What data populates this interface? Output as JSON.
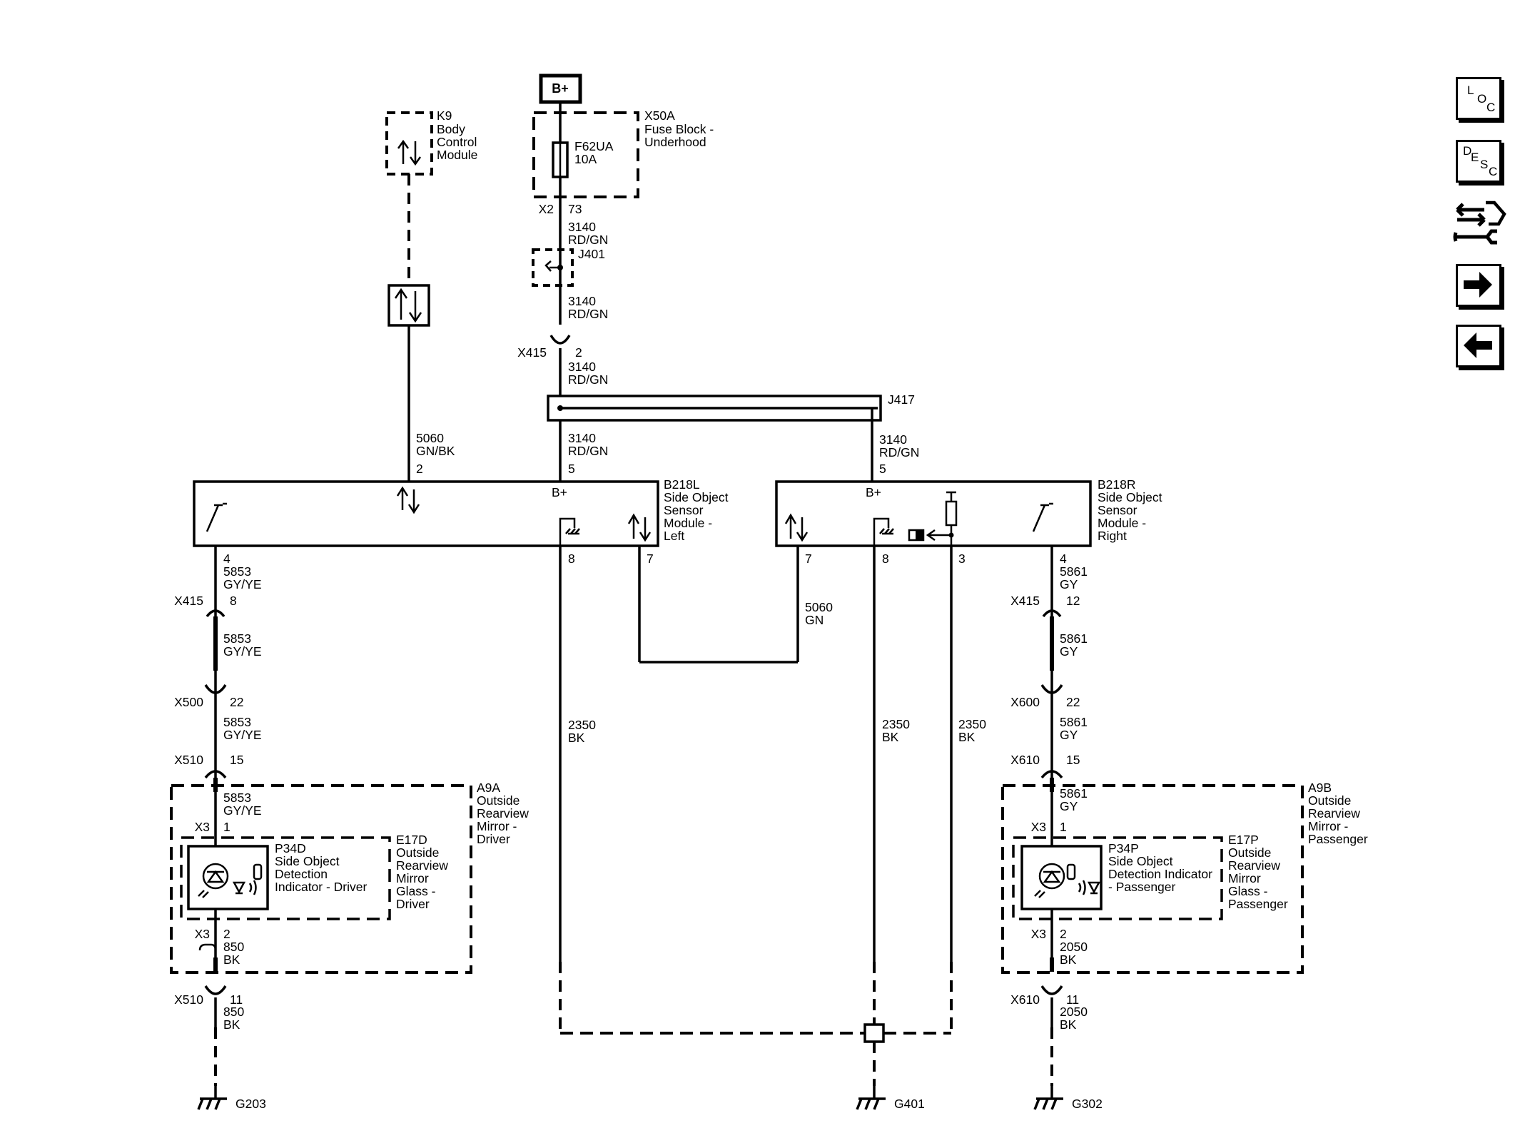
{
  "power_label": "B+",
  "components": {
    "k9": {
      "id": "K9",
      "name": [
        "Body",
        "Control",
        "Module"
      ]
    },
    "x50a": {
      "id": "X50A",
      "name": [
        "Fuse Block -",
        "Underhood"
      ]
    },
    "fuse": {
      "id": "F62UA",
      "rating": "10A"
    },
    "j401": "J401",
    "j417": "J417",
    "b218l": {
      "id": "B218L",
      "name": [
        "Side Object",
        "Sensor",
        "Module -",
        "Left"
      ]
    },
    "b218r": {
      "id": "B218R",
      "name": [
        "Side Object",
        "Sensor",
        "Module -",
        "Right"
      ]
    },
    "a9a": {
      "id": "A9A",
      "name": [
        "Outside",
        "Rearview",
        "Mirror -",
        "Driver"
      ]
    },
    "a9b": {
      "id": "A9B",
      "name": [
        "Outside",
        "Rearview",
        "Mirror -",
        "Passenger"
      ]
    },
    "e17d": {
      "id": "E17D",
      "name": [
        "Outside",
        "Rearview",
        "Mirror",
        "Glass -",
        "Driver"
      ]
    },
    "e17p": {
      "id": "E17P",
      "name": [
        "Outside",
        "Rearview",
        "Mirror",
        "Glass -",
        "Passenger"
      ]
    },
    "p34d": {
      "id": "P34D",
      "name": [
        "Side Object",
        "Detection",
        "Indicator - Driver"
      ]
    },
    "p34p": {
      "id": "P34P",
      "name": [
        "Side Object",
        "Detection Indicator",
        "- Passenger"
      ]
    }
  },
  "wires": {
    "rdgn": {
      "circuit": "3140",
      "color": "RD/GN"
    },
    "gnbk": {
      "circuit": "5060",
      "color": "GN/BK"
    },
    "gn": {
      "circuit": "5060",
      "color": "GN"
    },
    "gyye": {
      "circuit": "5853",
      "color": "GY/YE"
    },
    "gy": {
      "circuit": "5861",
      "color": "GY"
    },
    "bk2350": {
      "circuit": "2350",
      "color": "BK"
    },
    "bk850": {
      "circuit": "850",
      "color": "BK"
    },
    "bk2050": {
      "circuit": "2050",
      "color": "BK"
    }
  },
  "connectors": {
    "x2": "X2",
    "x3": "X3",
    "x415": "X415",
    "x500": "X500",
    "x510": "X510",
    "x600": "X600",
    "x610": "X610"
  },
  "pins": {
    "p73": "73",
    "p2": "2",
    "p5": "5",
    "p4": "4",
    "p8": "8",
    "p7": "7",
    "p3": "3",
    "p12": "12",
    "p22": "22",
    "p15": "15",
    "p1": "1",
    "p11": "11"
  },
  "grounds": {
    "g203": "G203",
    "g401": "G401",
    "g302": "G302"
  },
  "nav": {
    "loc": [
      "L",
      "O",
      "C"
    ],
    "desc": [
      "D",
      "E",
      "S",
      "C"
    ]
  }
}
